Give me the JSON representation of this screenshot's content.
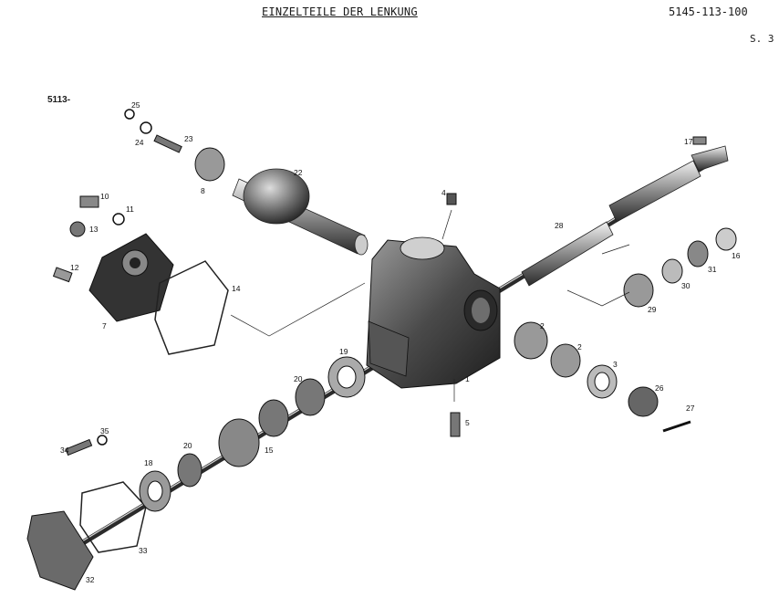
{
  "header": {
    "title": "EINZELTEILE DER LENKUNG",
    "doc_number": "5145-113-100",
    "page": "S. 3"
  },
  "group_label": "5113-",
  "parts": [
    {
      "id": "p1",
      "label": "1"
    },
    {
      "id": "p2a",
      "label": "2"
    },
    {
      "id": "p2b",
      "label": "2"
    },
    {
      "id": "p3",
      "label": "3"
    },
    {
      "id": "p4",
      "label": "4"
    },
    {
      "id": "p5",
      "label": "5"
    },
    {
      "id": "p7",
      "label": "7"
    },
    {
      "id": "p8",
      "label": "8"
    },
    {
      "id": "p10",
      "label": "10"
    },
    {
      "id": "p11",
      "label": "11"
    },
    {
      "id": "p12",
      "label": "12"
    },
    {
      "id": "p13",
      "label": "13"
    },
    {
      "id": "p14",
      "label": "14"
    },
    {
      "id": "p15",
      "label": "15"
    },
    {
      "id": "p16",
      "label": "16"
    },
    {
      "id": "p17",
      "label": "17"
    },
    {
      "id": "p18",
      "label": "18"
    },
    {
      "id": "p19",
      "label": "19"
    },
    {
      "id": "p20a",
      "label": "20"
    },
    {
      "id": "p20b",
      "label": "20"
    },
    {
      "id": "p22",
      "label": "22"
    },
    {
      "id": "p23",
      "label": "23"
    },
    {
      "id": "p24",
      "label": "24"
    },
    {
      "id": "p25",
      "label": "25"
    },
    {
      "id": "p26",
      "label": "26"
    },
    {
      "id": "p27",
      "label": "27"
    },
    {
      "id": "p28",
      "label": "28"
    },
    {
      "id": "p29",
      "label": "29"
    },
    {
      "id": "p30",
      "label": "30"
    },
    {
      "id": "p31",
      "label": "31"
    },
    {
      "id": "p32",
      "label": "32"
    },
    {
      "id": "p33",
      "label": "33"
    },
    {
      "id": "p34",
      "label": "34"
    },
    {
      "id": "p35",
      "label": "35"
    }
  ]
}
